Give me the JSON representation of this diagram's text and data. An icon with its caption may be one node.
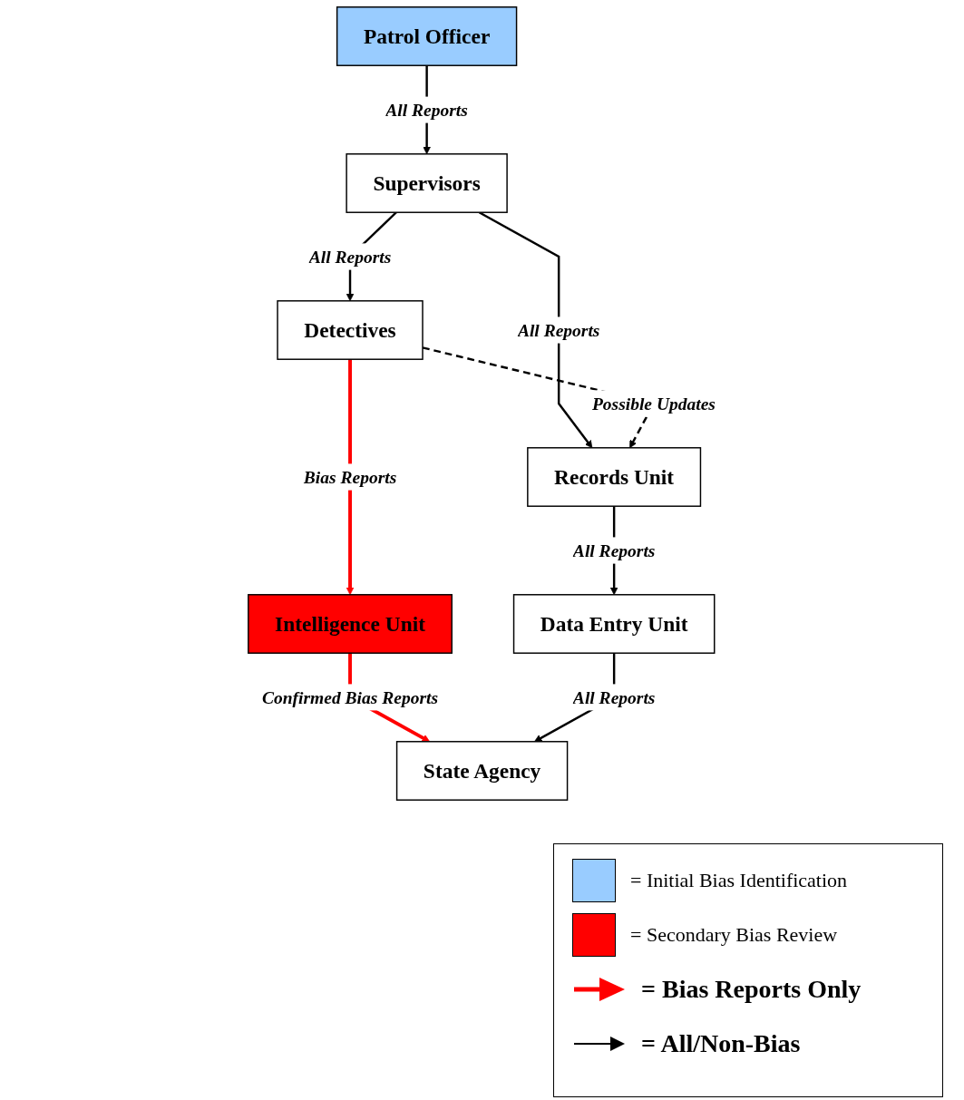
{
  "diagram": {
    "nodes": [
      {
        "text": [
          "Patrol Officer"
        ]
      },
      {
        "text": [
          "Supervisors"
        ]
      },
      {
        "text": [
          "Records Unit"
        ]
      },
      {
        "text": [
          "Detectives"
        ]
      },
      {
        "text": [
          "Intelligence Unit"
        ]
      },
      {
        "text": [
          "Data Entry Unit"
        ]
      },
      {
        "text": [
          "State Agency"
        ]
      }
    ],
    "edges": [
      {
        "from": 0,
        "to": 1,
        "arrow": "to",
        "label": "All Reports"
      },
      {
        "from": 1,
        "to": 2,
        "arrow": "to",
        "label": "All Reports"
      },
      {
        "from": 1,
        "to": 3,
        "arrow": "to",
        "label": "All Reports"
      },
      {
        "from": 3,
        "to": 4,
        "arrow": "to",
        "label": "Bias Reports",
        "color": "#ff0000"
      },
      {
        "from": 3,
        "to": 2,
        "arrow": "to",
        "label": "Possible Updates",
        "style": "dashed"
      },
      {
        "from": 2,
        "to": 5,
        "arrow": "to",
        "label": "All Reports"
      },
      {
        "from": 4,
        "to": 6,
        "arrow": "to",
        "label": "Confirmed Bias Reports",
        "color": "#ff0000"
      },
      {
        "from": 5,
        "to": 6,
        "arrow": "to",
        "label": "All Reports"
      }
    ],
    "legend": [
      {
        "text": "= Initial Bias Identification",
        "color": "#99ccff"
      },
      {
        "text": "= Secondary Bias Review",
        "color": "#ff0000"
      },
      {
        "text": "= Bias Reports Only"
      },
      {
        "text": "= All/Non-Bias"
      }
    ]
  }
}
